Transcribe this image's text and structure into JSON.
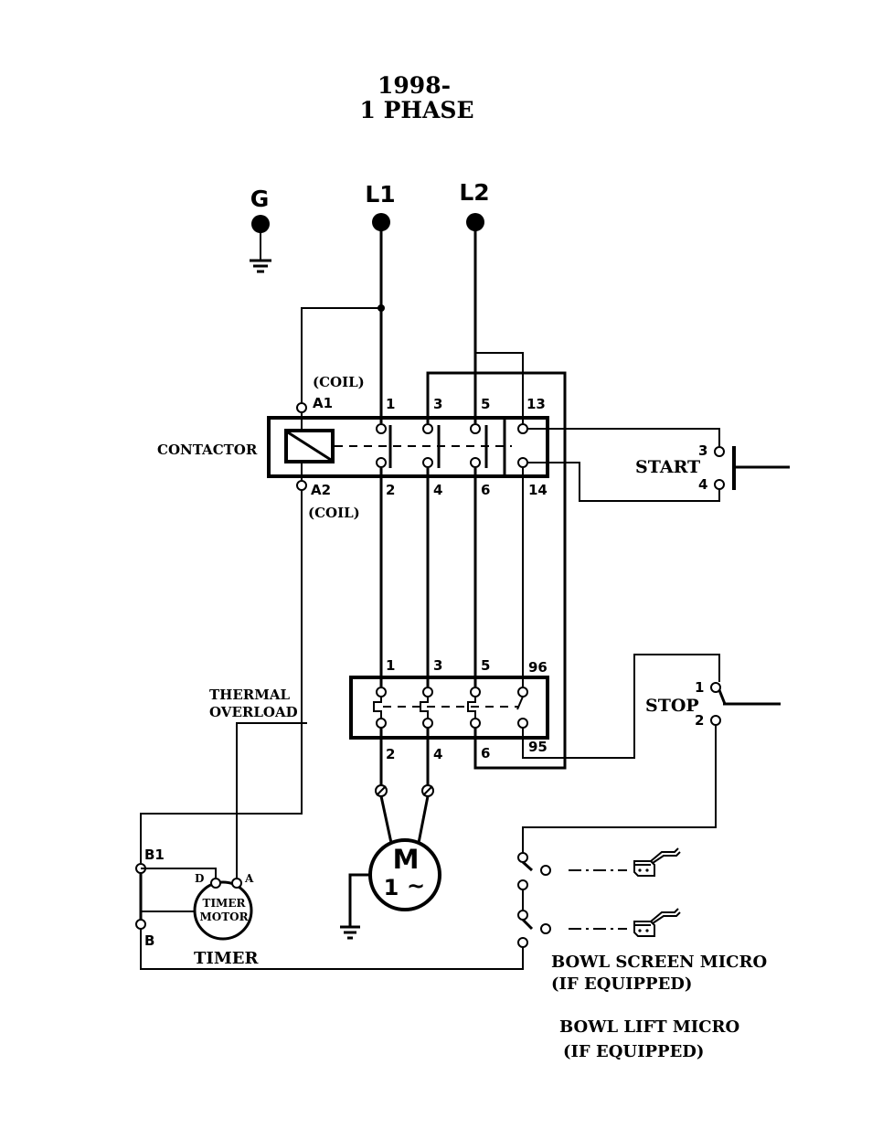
{
  "title": {
    "line1": "1998-",
    "line2": "1 PHASE"
  },
  "supply": {
    "ground": "G",
    "line1": "L1",
    "line2": "L2"
  },
  "contactor": {
    "label": "CONTACTOR",
    "coil_top": "(COIL)",
    "coil_bottom": "(COIL)",
    "a1": "A1",
    "a2": "A2",
    "top_terminals": [
      "1",
      "3",
      "5",
      "13"
    ],
    "bottom_terminals": [
      "2",
      "4",
      "6",
      "14"
    ]
  },
  "start": {
    "label": "START",
    "t3": "3",
    "t4": "4"
  },
  "overload": {
    "label_line1": "THERMAL",
    "label_line2": "OVERLOAD",
    "top_terminals": [
      "1",
      "3",
      "5",
      "96"
    ],
    "bottom_terminals": [
      "2",
      "4",
      "6",
      "95"
    ]
  },
  "stop": {
    "label": "STOP",
    "t1": "1",
    "t2": "2"
  },
  "motor": {
    "letter": "M",
    "phase": "1",
    "ac": "~"
  },
  "timer": {
    "label": "TIMER",
    "motor_line1": "TIMER",
    "motor_line2": "MOTOR",
    "b1": "B1",
    "b": "B",
    "d": "D",
    "a": "A"
  },
  "micro": {
    "screen_line1": "BOWL SCREEN MICRO",
    "screen_line2": "(IF EQUIPPED)",
    "lift_line1": "BOWL LIFT MICRO",
    "lift_line2": "(IF EQUIPPED)"
  }
}
